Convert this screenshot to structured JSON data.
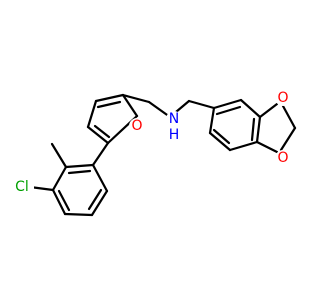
{
  "molecule": {
    "labels": {
      "oxygen_furan": "O",
      "nitrogen_amine": "N",
      "hydrogen_amine": "H",
      "chlorine": "Cl",
      "oxygen_dioxole_top": "O",
      "oxygen_dioxole_bottom": "O"
    },
    "colors": {
      "bond": "#000000",
      "oxygen": "#ff0000",
      "nitrogen": "#0000ff",
      "chlorine": "#00a000"
    }
  }
}
